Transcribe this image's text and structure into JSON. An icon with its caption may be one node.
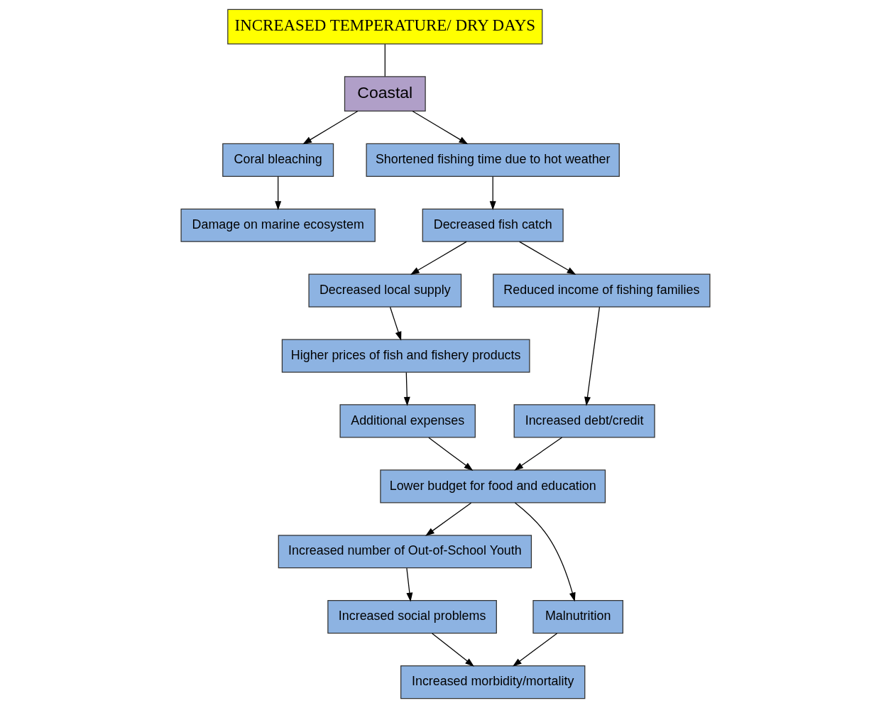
{
  "diagram": {
    "nodes": [
      {
        "text": [
          "INCREASED TEMPERATURE/ DRY DAYS"
        ]
      },
      {
        "text": [
          "Coastal"
        ]
      },
      {
        "text": [
          "Coral bleaching"
        ]
      },
      {
        "text": [
          "Shortened fishing time due to hot weather"
        ]
      },
      {
        "text": [
          "Damage on marine ecosystem"
        ]
      },
      {
        "text": [
          "Decreased local supply"
        ]
      },
      {
        "text": [
          "Decreased fish catch"
        ]
      },
      {
        "text": [
          "Higher prices of fish and fishery products"
        ]
      },
      {
        "text": [
          "Reduced income of fishing families"
        ]
      },
      {
        "text": [
          "Additional expenses"
        ]
      },
      {
        "text": [
          "Increased debt/credit"
        ]
      },
      {
        "text": [
          "Lower budget for food and education"
        ]
      },
      {
        "text": [
          "Increased social problems"
        ]
      },
      {
        "text": [
          "Increased number of Out-of-School Youth"
        ]
      },
      {
        "text": [
          "Malnutrition"
        ]
      },
      {
        "text": [
          "Increased morbidity/mortality"
        ]
      }
    ],
    "edges": [
      {
        "from": 0,
        "to": 1,
        "arrow": "none"
      },
      {
        "from": 1,
        "to": 2,
        "arrow": "to"
      },
      {
        "from": 1,
        "to": 3,
        "arrow": "to"
      },
      {
        "from": 2,
        "to": 4,
        "arrow": "to"
      },
      {
        "from": 3,
        "to": 6,
        "arrow": "to"
      },
      {
        "from": 6,
        "to": 5,
        "arrow": "to"
      },
      {
        "from": 6,
        "to": 8,
        "arrow": "to"
      },
      {
        "from": 5,
        "to": 7,
        "arrow": "to"
      },
      {
        "from": 7,
        "to": 9,
        "arrow": "to"
      },
      {
        "from": 8,
        "to": 10,
        "arrow": "to"
      },
      {
        "from": 9,
        "to": 11,
        "arrow": "to"
      },
      {
        "from": 10,
        "to": 11,
        "arrow": "to"
      },
      {
        "from": 11,
        "to": 13,
        "arrow": "to"
      },
      {
        "from": 11,
        "to": 14,
        "arrow": "to"
      },
      {
        "from": 13,
        "to": 12,
        "arrow": "to"
      },
      {
        "from": 12,
        "to": 15,
        "arrow": "to"
      },
      {
        "from": 14,
        "to": 15,
        "arrow": "to"
      }
    ]
  }
}
